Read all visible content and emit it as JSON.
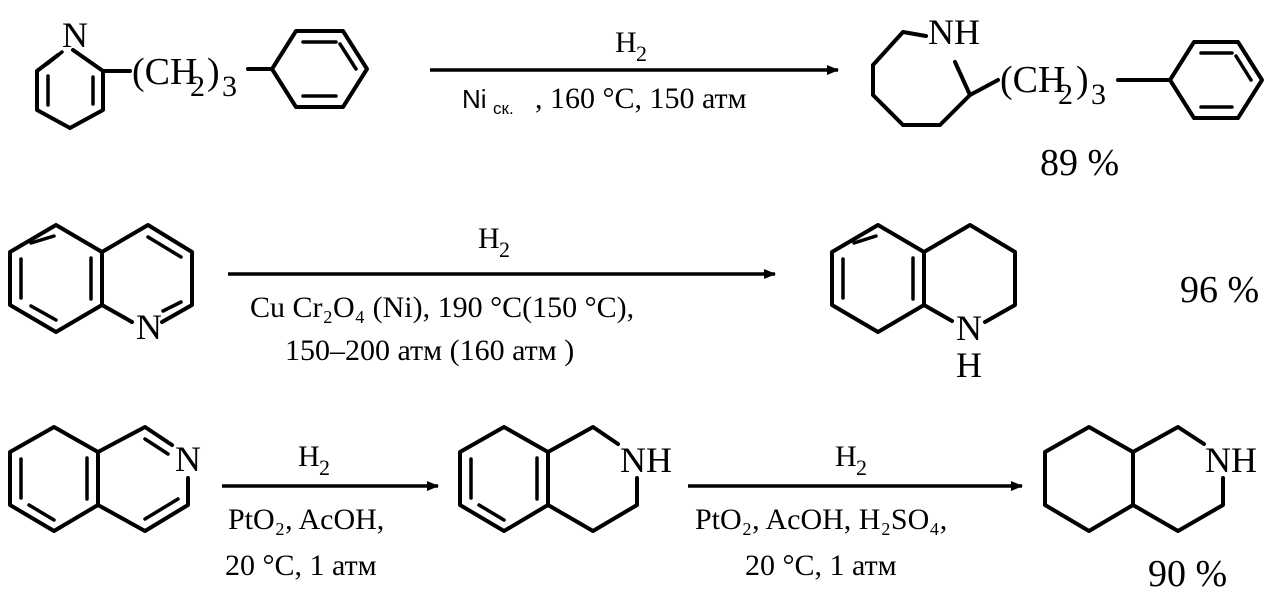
{
  "reactions": [
    {
      "reactant": {
        "ring_atom": "N",
        "chain": "(CH",
        "chain_sub": "2",
        "chain_close": ")",
        "chain_index": "3"
      },
      "conditions": {
        "reagent": "H",
        "reagent_sub": "2",
        "line2_catalyst": "Ni",
        "line2_catalyst_sub": "ск.",
        "line2_rest": ", 160 °C, 150 атм"
      },
      "product": {
        "ring_atom": "NH",
        "chain": "(CH",
        "chain_sub": "2",
        "chain_close": ")",
        "chain_index": "3"
      },
      "yield": "89 %"
    },
    {
      "reactant": {
        "ring_atom": "N"
      },
      "conditions": {
        "reagent": "H",
        "reagent_sub": "2",
        "line2": "Cu Cr₂O₄ (Ni), 190 °C(150 °C),",
        "line3": "150–200 атм   (160 атм )"
      },
      "product": {
        "ring_atom_n": "N",
        "ring_atom_h": "H"
      },
      "yield": "96 %"
    },
    {
      "reactant": {
        "ring_atom": "N"
      },
      "conditions_a": {
        "reagent": "H",
        "reagent_sub": "2",
        "line2": "PtO₂, AcOH,",
        "line3": "20 °C, 1 атм"
      },
      "intermediate": {
        "ring_atom": "NH"
      },
      "conditions_b": {
        "reagent": "H",
        "reagent_sub": "2",
        "line2": "PtO₂, AcOH, H₂SO₄,",
        "line3": "20 °C, 1 атм"
      },
      "product": {
        "ring_atom": "NH"
      },
      "yield": "90 %"
    }
  ]
}
